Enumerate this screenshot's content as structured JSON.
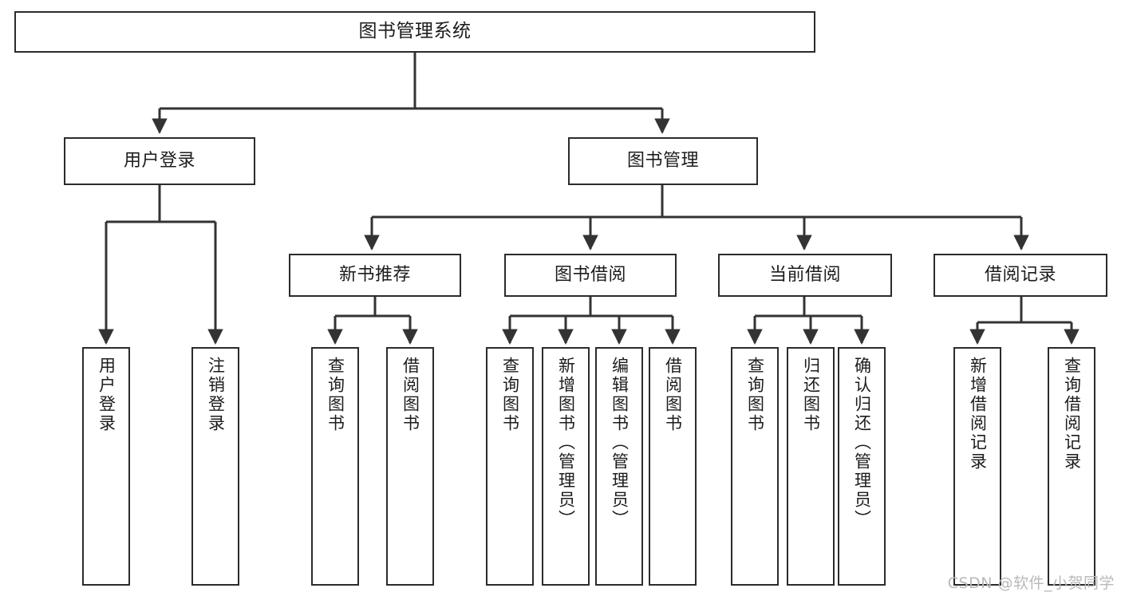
{
  "diagram": {
    "title": "图书管理系统",
    "type": "tree-hierarchy-chart",
    "watermark": "CSDN @软件_小贺同学",
    "colors": {
      "box_border": "#2b2b2b",
      "box_fill": "#ffffff",
      "edge": "#333333",
      "text": "#1c1c1c",
      "watermark": "#b9b9b9",
      "background": "#ffffff"
    },
    "nodes": {
      "root": {
        "label": "图书管理系统"
      },
      "level2": [
        {
          "label": "用户登录"
        },
        {
          "label": "图书管理"
        }
      ],
      "level3": [
        {
          "label": "新书推荐"
        },
        {
          "label": "图书借阅"
        },
        {
          "label": "当前借阅"
        },
        {
          "label": "借阅记录"
        }
      ],
      "leaves": {
        "user_login": [
          {
            "label": "用户登录"
          },
          {
            "label": "注销登录"
          }
        ],
        "new_book_recommend": [
          {
            "label": "查询图书"
          },
          {
            "label": "借阅图书"
          }
        ],
        "book_borrow": [
          {
            "label": "查询图书"
          },
          {
            "label": "新增图书（管理员）"
          },
          {
            "label": "编辑图书（管理员）"
          },
          {
            "label": "借阅图书"
          }
        ],
        "current_borrow": [
          {
            "label": "查询图书"
          },
          {
            "label": "归还图书"
          },
          {
            "label": "确认归还（管理员）"
          }
        ],
        "borrow_record": [
          {
            "label": "新增借阅记录"
          },
          {
            "label": "查询借阅记录"
          }
        ]
      }
    }
  }
}
